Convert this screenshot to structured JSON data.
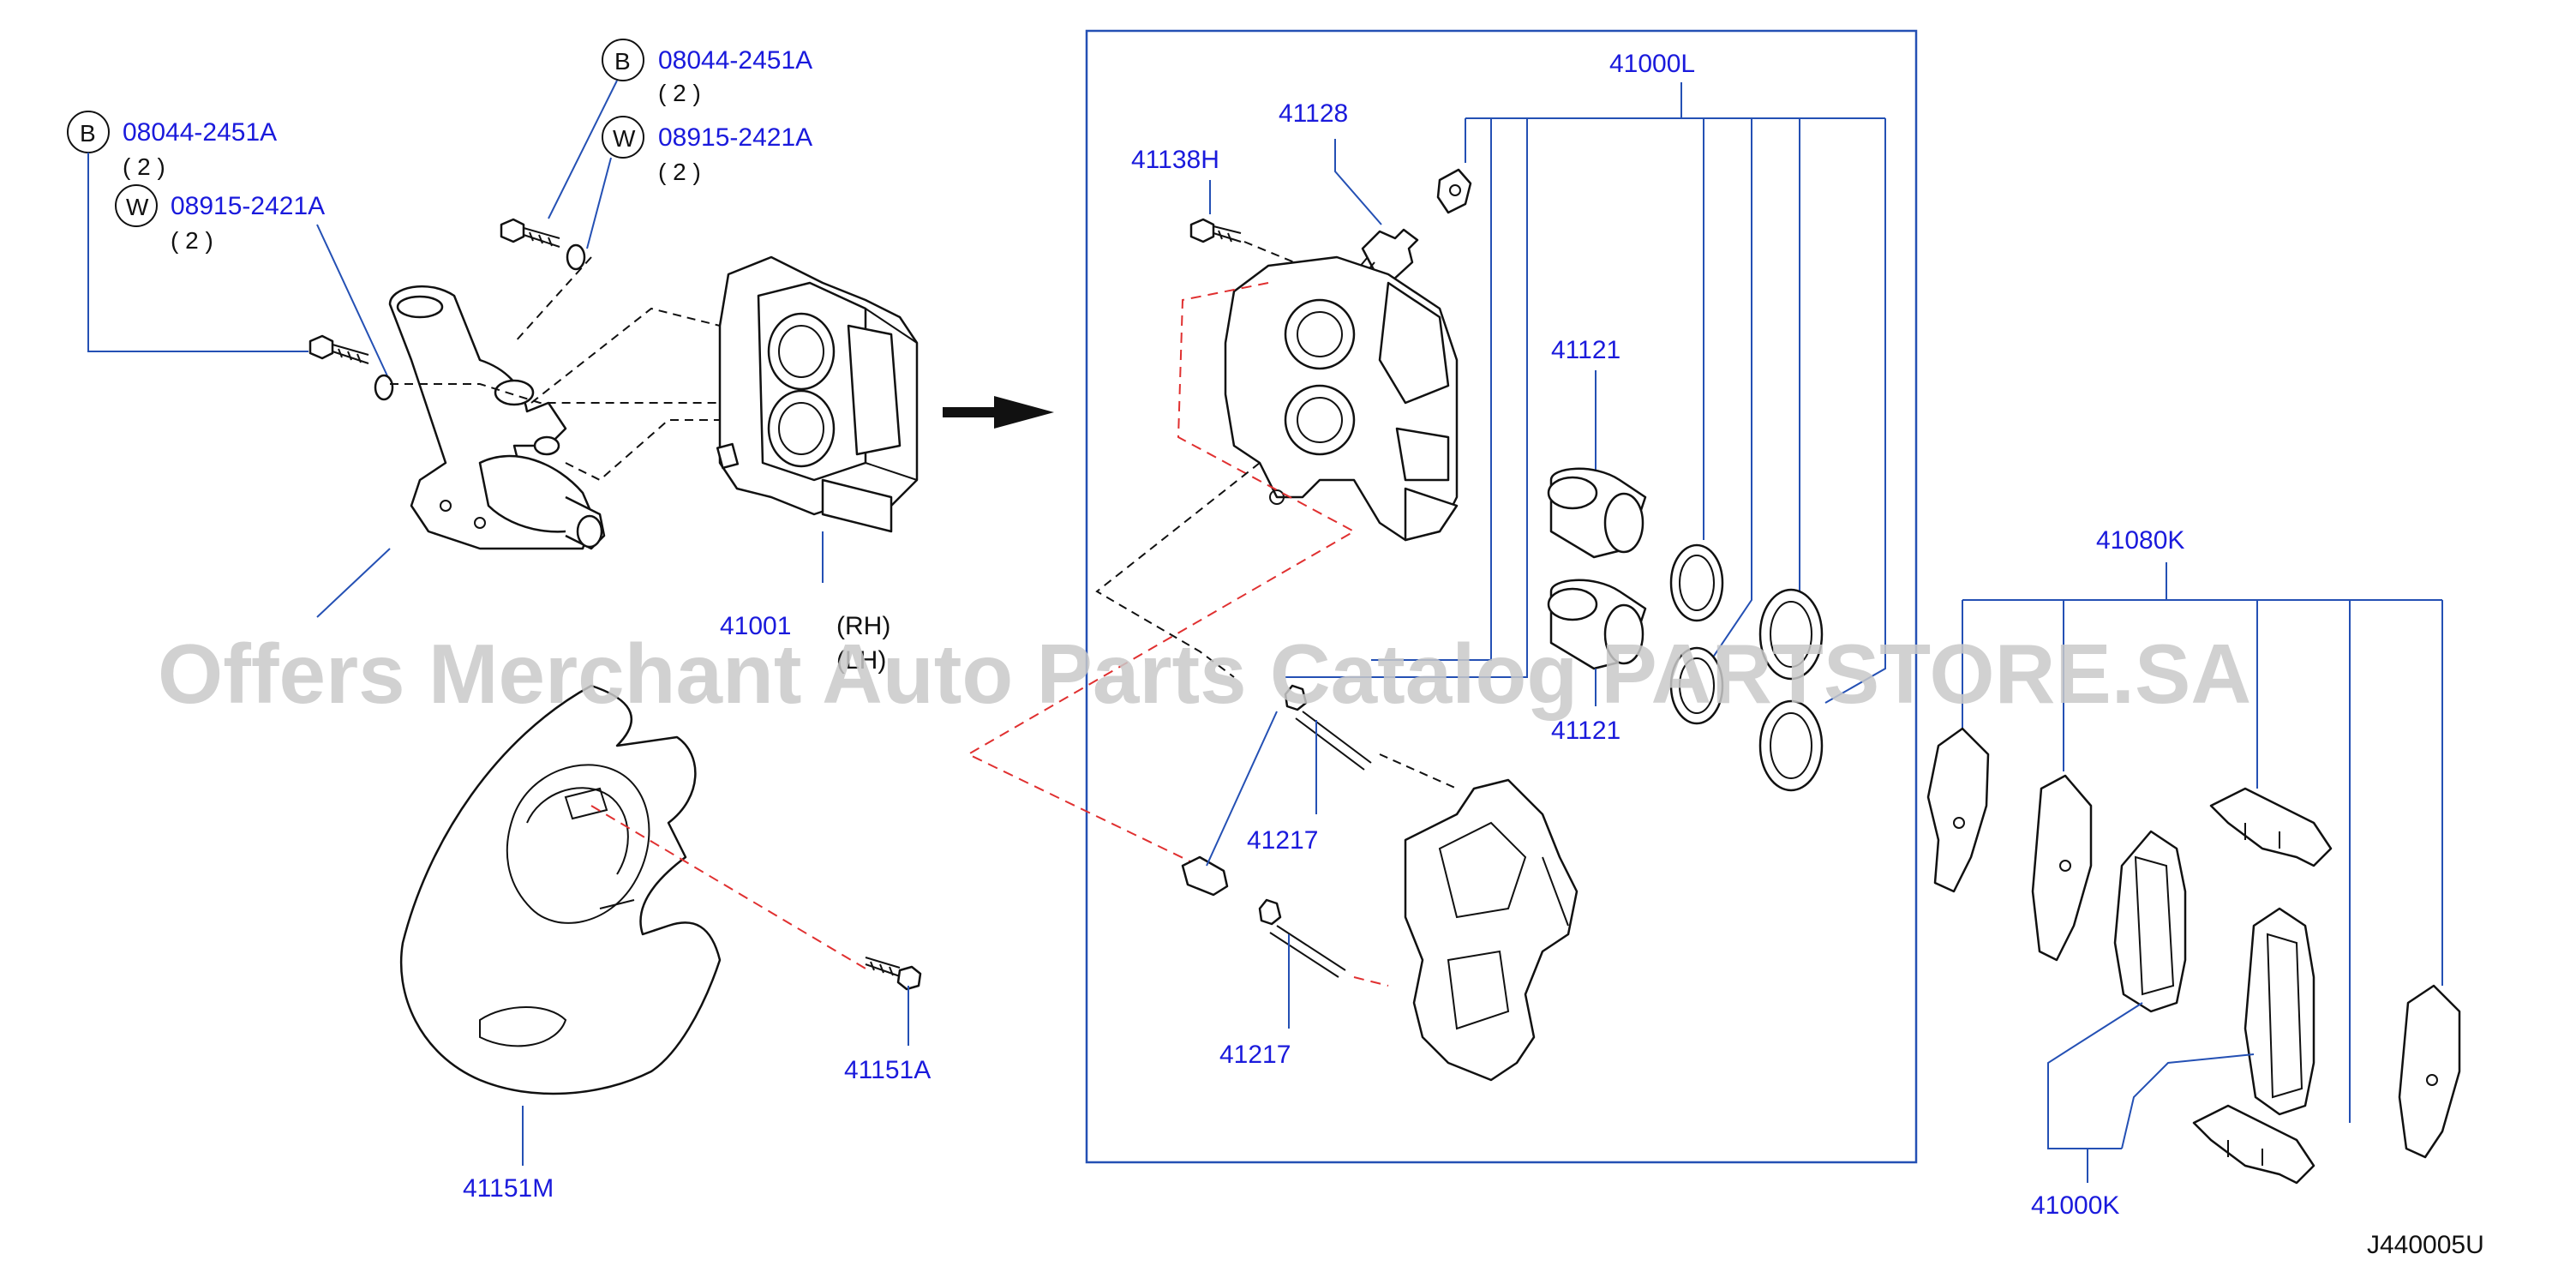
{
  "parts": {
    "bolt_left": {
      "symbol": "B",
      "number": "08044-2451A",
      "qty": "( 2 )"
    },
    "washer_left": {
      "symbol": "W",
      "number": "08915-2421A",
      "qty": "( 2 )"
    },
    "bolt_top": {
      "symbol": "B",
      "number": "08044-2451A",
      "qty": "( 2 )"
    },
    "washer_top": {
      "symbol": "W",
      "number": "08915-2421A",
      "qty": "( 2 )"
    },
    "caliper_rh": {
      "number": "41001",
      "side": "(RH)"
    },
    "caliper_lh": {
      "side": "(LH)"
    },
    "repair_kit": "41000L",
    "bleeder": "41128",
    "bolt_41138h": "41138H",
    "piston_upper": "41121",
    "piston_lower": "41121",
    "pin_upper": "41217",
    "pin_lower": "41217",
    "shield_bolt": "41151A",
    "baffle_plate": "41151M",
    "pad_kit": "41080K",
    "pad_set": "41000K"
  },
  "diagram_code": "J440005U",
  "watermark": "Offers Merchant Auto Parts Catalog PARTSTORE.SA"
}
